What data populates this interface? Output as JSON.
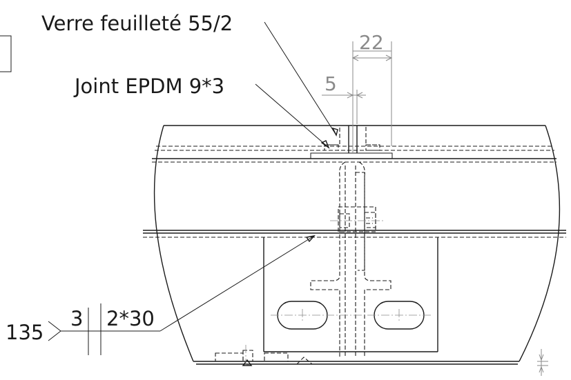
{
  "annotations": {
    "glass": "Verre feuilleté 55/2",
    "gasket": "Joint EPDM 9*3"
  },
  "dimensions": {
    "width_22": "22",
    "width_5": "5"
  },
  "weld_symbol": {
    "reference": "135",
    "size": "3",
    "spec": "2*30"
  }
}
